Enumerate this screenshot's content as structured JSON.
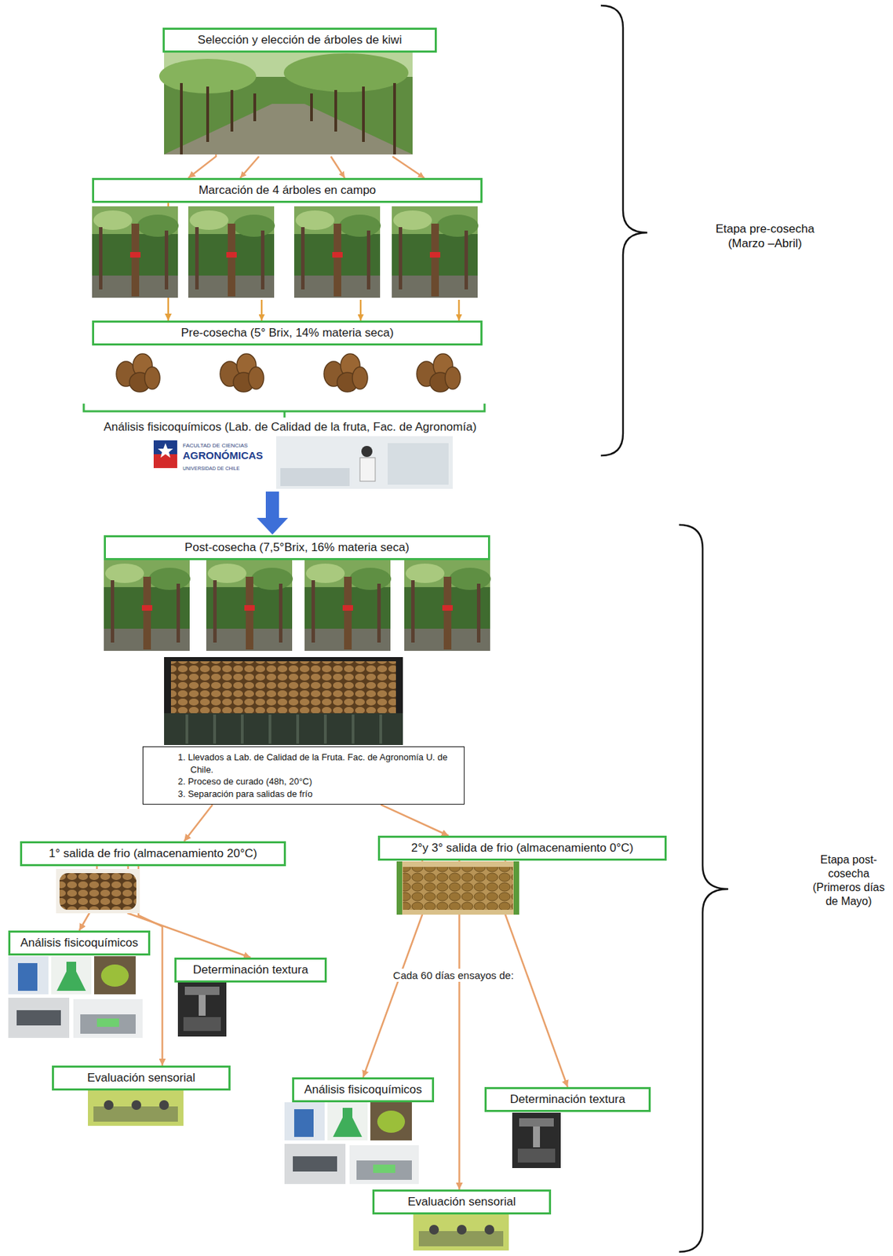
{
  "diagram": {
    "nodes": [
      {
        "text": [
          "Selección y elección de árboles de kiwi"
        ]
      },
      {
        "text": [
          "Marcación de 4 árboles en campo"
        ]
      },
      {
        "text": [
          "Pre-cosecha (5° Brix, 14% materia seca)"
        ]
      },
      {
        "text": [
          "Post-cosecha (7,5°Brix, 16% materia seca)"
        ]
      },
      {
        "text": [
          "1. Llevados a Lab. de Calidad de la Fruta. Fac. de Agronomía U. de Chile.",
          "2. Proceso de curado (48h, 20°C)",
          "3. Separación para salidas de frío"
        ]
      },
      {
        "text": [
          "1° salida de frio (almacenamiento 20°C)"
        ]
      },
      {
        "text": [
          "2°y 3° salida de frio (almacenamiento 0°C)"
        ]
      },
      {
        "text": [
          "Análisis fisicoquímicos"
        ]
      },
      {
        "text": [
          "Determinación textura"
        ]
      },
      {
        "text": [
          "Evaluación sensorial"
        ]
      },
      {
        "text": [
          "Análisis fisicoquímicos"
        ]
      },
      {
        "text": [
          "Determinación textura"
        ]
      },
      {
        "text": [
          "Evaluación sensorial"
        ]
      }
    ],
    "edges": [
      {
        "from": 0,
        "to": 1,
        "arrow": "to"
      },
      {
        "from": 1,
        "to": 2,
        "arrow": "to"
      },
      {
        "from": 4,
        "to": 5,
        "arrow": "to"
      },
      {
        "from": 4,
        "to": 6,
        "arrow": "to"
      },
      {
        "from": 5,
        "to": 7,
        "arrow": "to"
      },
      {
        "from": 5,
        "to": 8,
        "arrow": "to"
      },
      {
        "from": 5,
        "to": 9,
        "arrow": "to"
      },
      {
        "from": 6,
        "to": 10,
        "arrow": "to"
      },
      {
        "from": 6,
        "to": 11,
        "arrow": "to"
      },
      {
        "from": 6,
        "to": 12,
        "arrow": "to"
      }
    ],
    "labels": [
      "Análisis fisicoquímicos (Lab. de Calidad de la fruta, Fac. de Agronomía)",
      "FACULTAD DE CIENCIAS",
      "AGRONÓMICAS",
      "UNIVERSIDAD DE CHILE",
      "Cada 60 días ensayos de:",
      "Etapa pre-cosecha (Marzo –Abril)",
      "Etapa post-cosecha (Primeros días de Mayo)"
    ]
  }
}
